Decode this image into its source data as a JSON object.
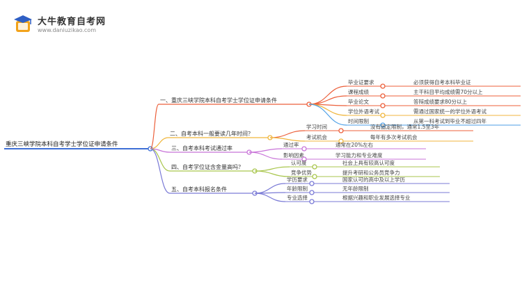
{
  "brand": {
    "name": "大牛教育自考网",
    "url": "www.daniuzikao.com"
  },
  "colors": {
    "root": "#3d6fd6",
    "line_palette": [
      "#ec5f3a",
      "#f0b63c",
      "#c873d8",
      "#a9c64d",
      "#7a7ad6",
      "#4b9ee6"
    ]
  },
  "mindmap": {
    "root": "重庆三峡学院本科自考学士学位证申请条件",
    "branches": [
      {
        "label": "一、重庆三峡学院本科自考学士学位证申请条件",
        "children": [
          {
            "label": "毕业证要求",
            "leaf": "必须获得自考本科毕业证"
          },
          {
            "label": "课程成绩",
            "leaf": "主干科目平均成绩需70分以上"
          },
          {
            "label": "毕业论文",
            "leaf": "答辩成绩要求80分以上"
          },
          {
            "label": "学位外语考试",
            "leaf": "需通过国家统一的学位外语考试"
          },
          {
            "label": "时间限制",
            "leaf": "从第一科考试到毕业不超过四年"
          }
        ]
      },
      {
        "label": "二、自考本科一般要读几年时间？",
        "children": [
          {
            "label": "学习时间",
            "leaf": "没有固定限制，通常1.5至3年"
          },
          {
            "label": "考试机会",
            "leaf": "每年有多次考试机会"
          }
        ]
      },
      {
        "label": "三、自考本科考试通过率",
        "children": [
          {
            "label": "通过率",
            "leaf": "通常在20%左右"
          },
          {
            "label": "影响因素",
            "leaf": "学习能力和专业难度"
          }
        ]
      },
      {
        "label": "四、自考学位证含金量高吗？",
        "children": [
          {
            "label": "认可度",
            "leaf": "社会上具有较高认可度"
          },
          {
            "label": "竞争优势",
            "leaf": "提升考研和公务员竞争力"
          }
        ]
      },
      {
        "label": "五、自考本科报名条件",
        "children": [
          {
            "label": "学历要求",
            "leaf": "国家认可的高中及以上学历"
          },
          {
            "label": "年龄限制",
            "leaf": "无年龄限制"
          },
          {
            "label": "专业选择",
            "leaf": "根据兴趣和职业发展选择专业"
          }
        ]
      }
    ]
  }
}
